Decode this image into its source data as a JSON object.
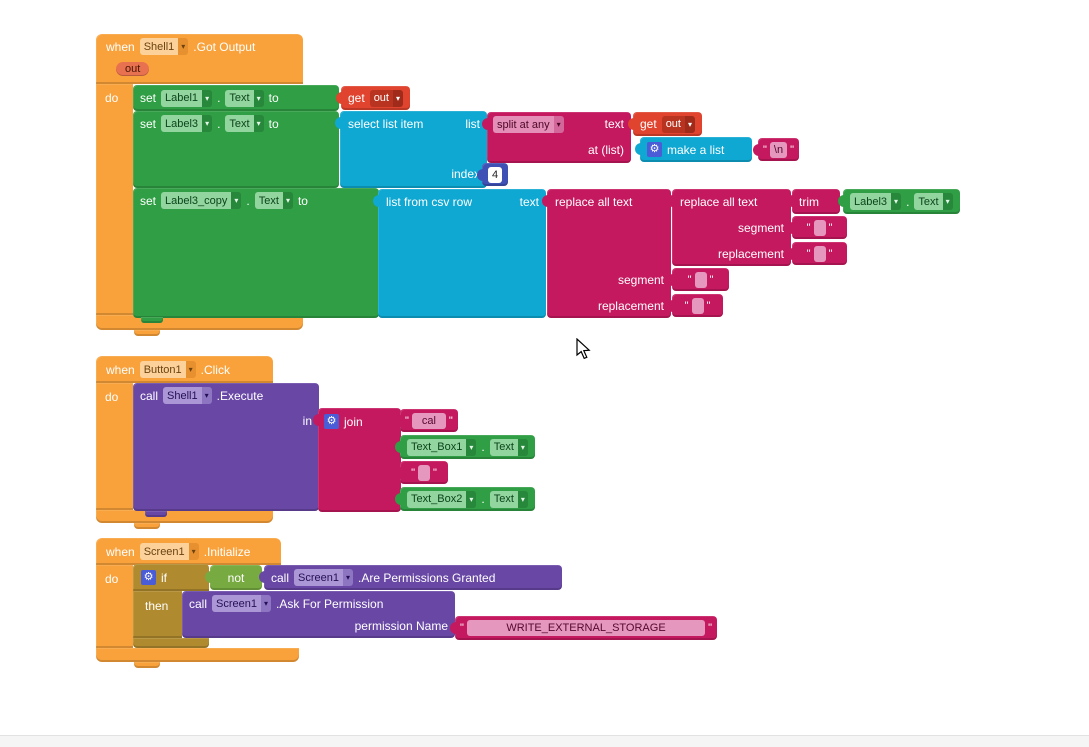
{
  "icons": {
    "gear": "⚙",
    "dropdown": "▾"
  },
  "labels": {
    "when": "when",
    "do": "do",
    "set": "set",
    "to": "to",
    "dot": ".",
    "call": "call",
    "in": "in",
    "if": "if",
    "then": "then",
    "not": "not",
    "get": "get",
    "quote": "\""
  },
  "s1": {
    "component": "Shell1",
    "event": ".Got Output",
    "param": "out",
    "set1_comp": "Label1",
    "set1_prop": "Text",
    "get1": "out",
    "set2_comp": "Label3",
    "set2_prop": "Text",
    "select_label": "select list item",
    "select_list": "list",
    "select_index": "index",
    "index_value": "4",
    "split_op": "split at any",
    "split_text": "text",
    "split_at": "at (list)",
    "get2": "out",
    "make_list": "make a list",
    "str_newline": "\\n",
    "set3_comp": "Label3_copy",
    "set3_prop": "Text",
    "csv_label": "list from csv row",
    "csv_text": "text",
    "replace_label": "replace all text",
    "segment_label": "segment",
    "replacement_label": "replacement",
    "str_segment_inner": " ",
    "str_replacement_inner": " ",
    "str_segment_outer": " ",
    "str_replacement_outer": " ",
    "trim_label": "trim",
    "getter_comp": "Label3",
    "getter_prop": "Text"
  },
  "s2": {
    "component": "Button1",
    "event": ".Click",
    "call_comp": "Shell1",
    "call_method": ".Execute",
    "join_label": "join",
    "str_cal": "cal",
    "getter1_comp": "Text_Box1",
    "getter1_prop": "Text",
    "str_space": " ",
    "getter2_comp": "Text_Box2",
    "getter2_prop": "Text"
  },
  "s3": {
    "component": "Screen1",
    "event": ".Initialize",
    "check_comp": "Screen1",
    "check_method": ".Are Permissions Granted",
    "ask_comp": "Screen1",
    "ask_method": ".Ask For Permission",
    "arg_label": "permission Name",
    "str_permission": "WRITE_EXTERNAL_STORAGE"
  }
}
